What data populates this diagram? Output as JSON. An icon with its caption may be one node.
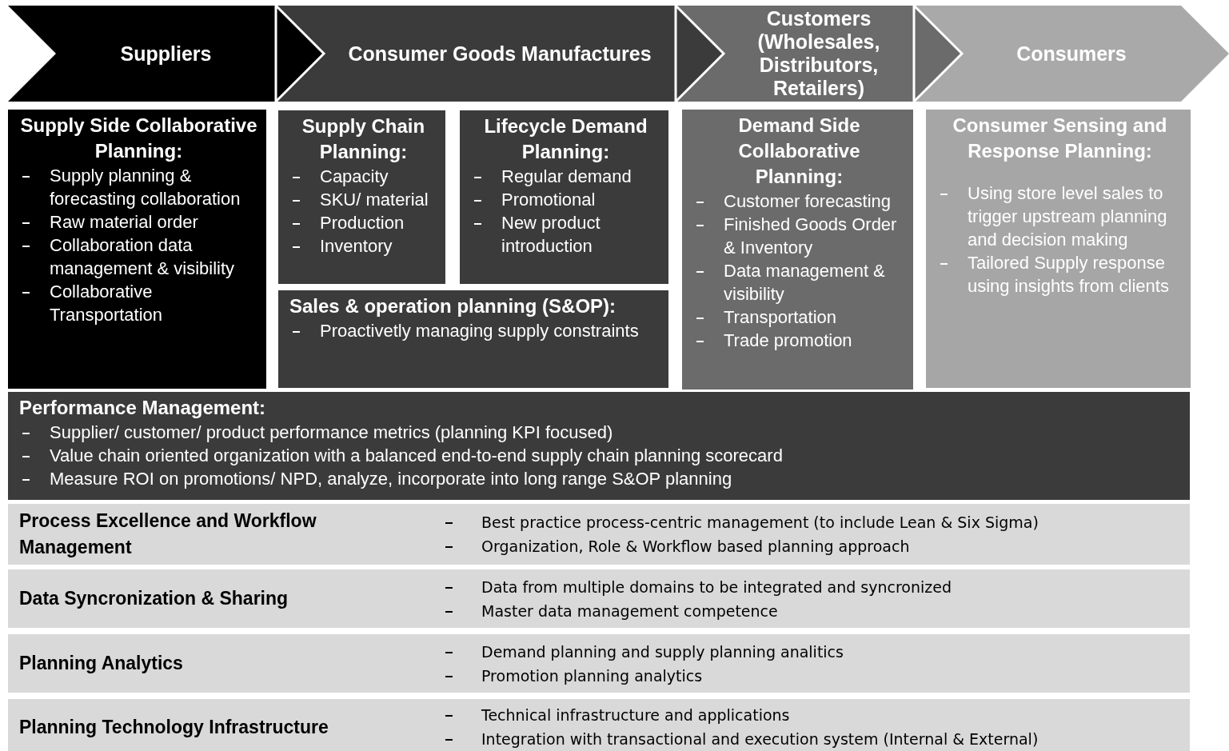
{
  "diagram": {
    "nodes": [
      {
        "text": [
          "Suppliers"
        ]
      },
      {
        "text": [
          "Consumer Goods Manufactures"
        ]
      },
      {
        "text": [
          "Customers (Wholesales, Distributors, Retailers)"
        ]
      },
      {
        "text": [
          "Consumers"
        ]
      },
      {
        "text": [
          "Supply Side Collaborative Planning:",
          "Supply planning & forecasting collaboration",
          "Raw material order",
          "Collaboration data management & visibility",
          "Collaborative Transportation"
        ]
      },
      {
        "text": [
          "Supply Chain Planning:",
          "Capacity",
          "SKU/ material",
          "Production",
          "Inventory"
        ]
      },
      {
        "text": [
          "Lifecycle Demand Planning:",
          "Regular demand",
          "Promotional",
          "New product introduction"
        ]
      },
      {
        "text": [
          "Sales & operation planning (S&OP):",
          "Proactivetly managing supply constraints"
        ]
      },
      {
        "text": [
          "Demand Side Collaborative Planning:",
          "Customer forecasting",
          "Finished Goods Order & Inventory",
          "Data management & visibility",
          "Transportation",
          "Trade promotion"
        ]
      },
      {
        "text": [
          "Consumer Sensing and Response Planning:",
          "Using store level sales to trigger upstream planning and decision making",
          "Tailored Supply response using insights from clients"
        ]
      },
      {
        "text": [
          "Performance Management:",
          "Supplier/ customer/ product performance metrics (planning KPI focused)",
          "Value chain oriented organization with a balanced end-to-end supply chain planning scorecard",
          "Measure ROI on promotions/ NPD, analyze, incorporate into long range S&OP planning"
        ]
      },
      {
        "text": [
          "Process Excellence and Workflow Management",
          "Best practice process-centric management (to include Lean & Six Sigma)",
          "Organization, Role & Workflow based planning approach"
        ]
      },
      {
        "text": [
          "Data Syncronization & Sharing",
          "Data from multiple domains to be integrated and syncronized",
          "Master data management competence"
        ]
      },
      {
        "text": [
          "Planning Analytics",
          "Demand planning and supply planning analitics",
          "Promotion planning analytics"
        ]
      },
      {
        "text": [
          "Planning Technology Infrastructure",
          "Technical infrastructure and applications",
          "Integration with transactional and execution system (Internal & External)"
        ]
      }
    ],
    "edges": [
      {
        "from": 0,
        "to": 1,
        "arrow": "to"
      },
      {
        "from": 1,
        "to": 2,
        "arrow": "to"
      },
      {
        "from": 2,
        "to": 3,
        "arrow": "to"
      }
    ]
  }
}
